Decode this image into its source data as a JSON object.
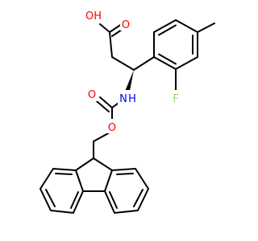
{
  "molecule": {
    "atoms": {
      "carboxyl_oh": {
        "text": "OH",
        "color": "#ff0000"
      },
      "carboxyl_o": {
        "text": "O",
        "color": "#ff0000"
      },
      "amine_n": {
        "text": "N",
        "color": "#0000ff"
      },
      "amine_h": {
        "text": "H",
        "color": "#0000ff"
      },
      "carbamate_o": {
        "text": "O",
        "color": "#ff0000"
      },
      "ester_o": {
        "text": "O",
        "color": "#ff0000"
      },
      "fluorine": {
        "text": "F",
        "color": "#90e050"
      }
    },
    "bond_color": "#000000",
    "background": "#ffffff"
  }
}
